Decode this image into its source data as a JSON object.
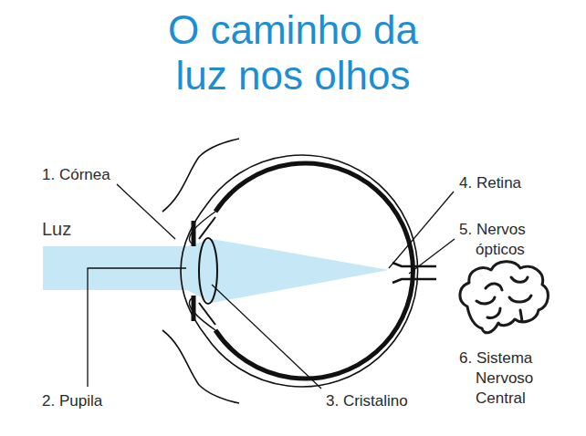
{
  "diagram": {
    "title": "O caminho da luz nos olhos",
    "labels": [
      "Luz",
      "1. Córnea",
      "2. Pupila",
      "3. Cristalino",
      "4. Retina",
      "5. Nervos ópticos",
      "6. Sistema Nervoso Central"
    ]
  }
}
